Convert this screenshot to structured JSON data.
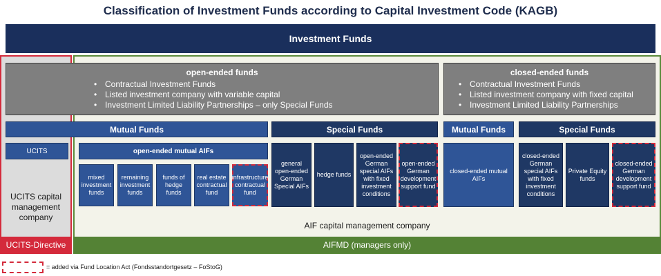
{
  "title": "Classification of Investment Funds according to Capital Investment Code (KAGB)",
  "banner": "Investment Funds",
  "open_ended": {
    "heading": "open-ended funds",
    "items": [
      "Contractual Investment Funds",
      "Listed investment company with variable capital",
      "Investment Limited Liability Partnerships – only Special Funds"
    ]
  },
  "closed_ended": {
    "heading": "closed-ended funds",
    "items": [
      "Contractual Investment Funds",
      "Listed investment company with fixed capital",
      "Investment Limited Liability Partnerships"
    ]
  },
  "categories": {
    "open_mutual": "Mutual Funds",
    "open_special": "Special Funds",
    "closed_mutual": "Mutual Funds",
    "closed_special": "Special Funds"
  },
  "ucits_box": "UCITS",
  "open_mutual_aifs": "open-ended mutual AIFs",
  "mutual_aif_types": [
    "mixed investment funds",
    "remaining investment funds",
    "funds of hedge funds",
    "real estate contractual fund",
    "infrastructure contractual fund"
  ],
  "open_special_types": [
    "general open-ended German Special AIFs",
    "hedge funds",
    "open-ended German special AIFs with fixed investment conditions",
    "open-ended German development support fund"
  ],
  "closed_mutual_types": [
    "closed-ended mutual AIFs"
  ],
  "closed_special_types": [
    "closed-ended German special AIFs with fixed investment conditions",
    "Private Equity funds",
    "closed-ended German development support fund"
  ],
  "ucits_company": "UCITS capital management company",
  "aif_company": "AIF capital management company",
  "footer": {
    "ucits": "UCITS-Directive",
    "aif": "AIFMD (managers only)"
  },
  "legend": "= added via Fund Location Act (Fondsstandortgesetz – FoStoG)",
  "colors": {
    "navy": "#1a2f5c",
    "blue": "#2f5597",
    "dark_blue": "#1f3864",
    "gray": "#7f7f7f",
    "red": "#d42a3b",
    "green": "#548235"
  }
}
